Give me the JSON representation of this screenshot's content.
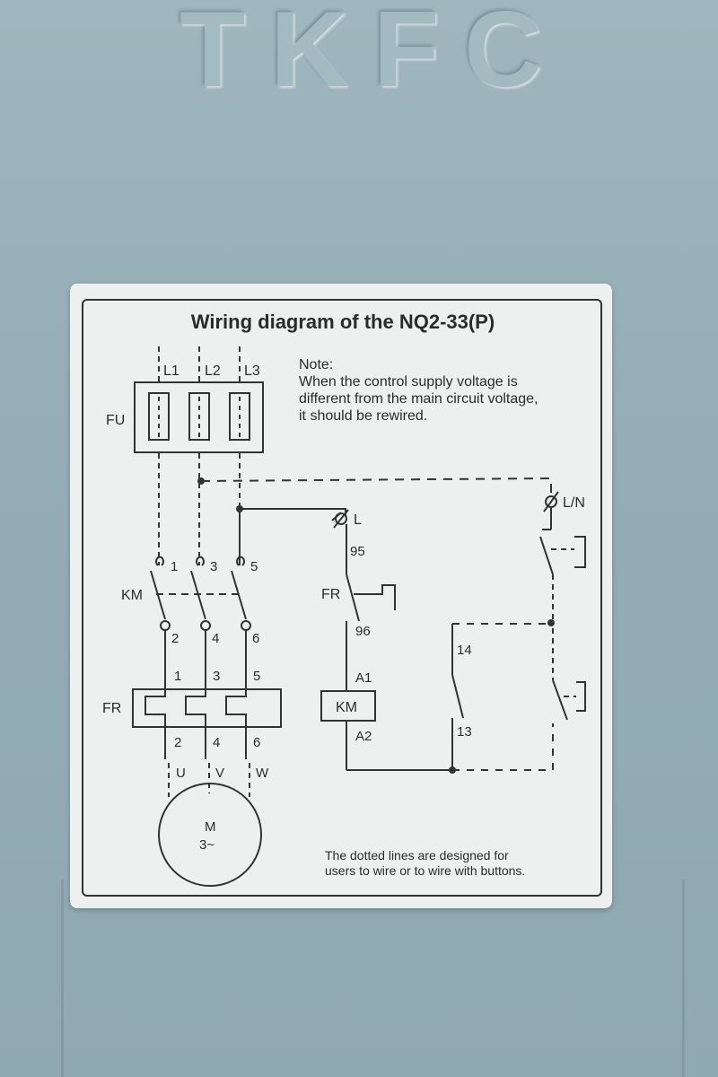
{
  "background": {
    "emboss_text": "TKFC",
    "enclosure_color": "#9ab2ba",
    "label_color": "#eef0ef"
  },
  "label": {
    "title": "Wiring diagram of the NQ2-33(P)",
    "note_heading": "Note:",
    "note_lines": [
      "When the control supply voltage is",
      "different from the main circuit voltage,",
      "it should be rewired."
    ],
    "footer_lines": [
      "The dotted lines are designed for",
      "users to wire or to wire with buttons."
    ]
  },
  "diagram": {
    "phase_labels": [
      "L1",
      "L2",
      "L3"
    ],
    "fuse_label": "FU",
    "contactor_label": "KM",
    "contact_top_numbers": [
      "1",
      "3",
      "5"
    ],
    "contact_bottom_numbers": [
      "2",
      "4",
      "6"
    ],
    "relay_label": "FR",
    "relay_top_numbers": [
      "1",
      "3",
      "5"
    ],
    "relay_bottom_numbers": [
      "2",
      "4",
      "6"
    ],
    "motor_terminals": [
      "U",
      "V",
      "W"
    ],
    "motor_label_line1": "M",
    "motor_label_line2": "3~",
    "control_supply_L": "L",
    "control_supply_LN": "L/N",
    "fr_contact_label": "FR",
    "fr_terminal_top": "95",
    "fr_terminal_bottom": "96",
    "coil_label": "KM",
    "coil_terminal_top": "A1",
    "coil_terminal_bottom": "A2",
    "aux_terminal_top": "14",
    "aux_terminal_bottom": "13"
  }
}
